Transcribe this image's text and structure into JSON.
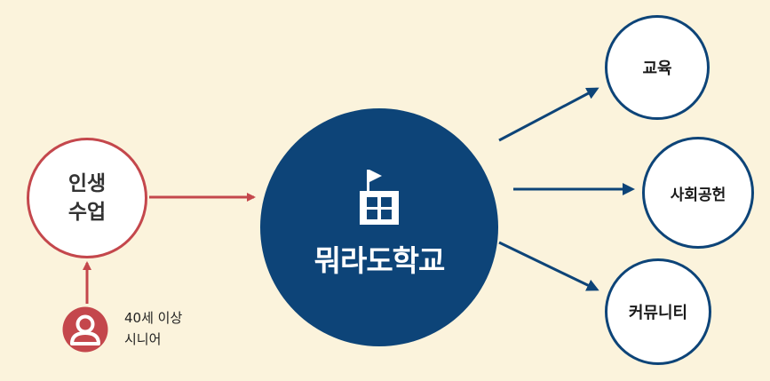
{
  "nodes": {
    "life_class": {
      "line1": "인생",
      "line2": "수업"
    },
    "school": {
      "name": "뭐라도학교"
    },
    "education": {
      "label": "교육"
    },
    "social": {
      "label": "사회공헌"
    },
    "community": {
      "label": "커뮤니티"
    }
  },
  "senior": {
    "line1": "40세 이상",
    "line2": "시니어"
  },
  "colors": {
    "background": "#fbf3dc",
    "red": "#c4474c",
    "navy": "#0d4478"
  },
  "icons": [
    "flag-icon",
    "school-building-icon",
    "person-icon"
  ]
}
